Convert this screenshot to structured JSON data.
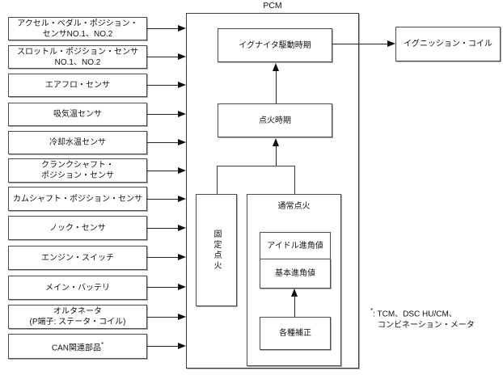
{
  "diagram_title": "PCM",
  "inputs": [
    {
      "label": "アクセル・ペダル・ポジション・\nセンサNO.1、NO.2"
    },
    {
      "label": "スロットル・ポジション・センサ\nNO.1、NO.2"
    },
    {
      "label": "エアフロ・センサ"
    },
    {
      "label": "吸気温センサ"
    },
    {
      "label": "冷却水温センサ"
    },
    {
      "label": "クランクシャフト・\nポジション・センサ"
    },
    {
      "label": "カムシャフト・ポジション・センサ"
    },
    {
      "label": "ノック・センサ"
    },
    {
      "label": "エンジン・スイッチ"
    },
    {
      "label": "メイン・バッテリ"
    },
    {
      "label": "オルタネータ\n(P端子: ステータ・コイル)"
    },
    {
      "label": "CAN関連部品",
      "footnote_marker": "*"
    }
  ],
  "pcm": {
    "igniter_drive_timing": "イグナイタ駆動時期",
    "ignition_timing": "点火時期",
    "fixed_ignition": "固定点火",
    "normal_ignition": "通常点火",
    "idle_advance": "アイドル進角値",
    "base_advance": "基本進角値",
    "corrections": "各種補正"
  },
  "output_box": "イグニッション・コイル",
  "footnote": {
    "marker": "*",
    "line1": ": TCM、DSC HU/CM、",
    "line2": "コンビネーション・メータ"
  },
  "colors": {
    "background": "#ffffff",
    "box_border": "#4d4d4d",
    "box_shadow": "#a8a8a8",
    "arrow": "#111111",
    "text": "#111111"
  }
}
